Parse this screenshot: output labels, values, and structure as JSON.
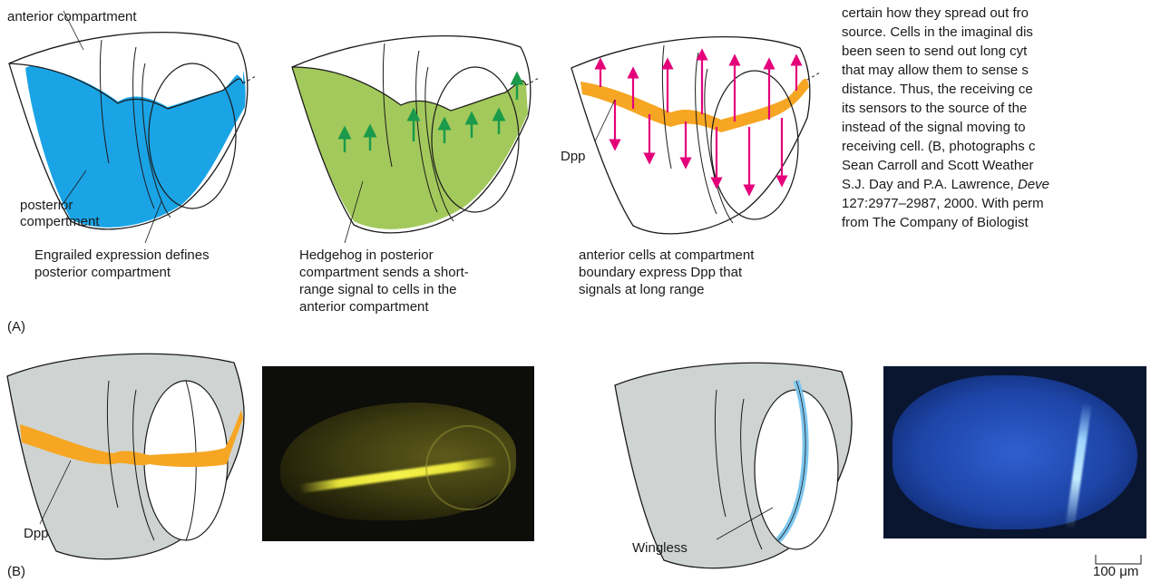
{
  "panel_a": {
    "label_anterior": "anterior compartment",
    "label_posterior": [
      "posterior",
      "compertment"
    ],
    "caption1": [
      "Engrailed expression defines",
      "posterior compartment"
    ],
    "caption2": [
      "Hedgehog in posterior",
      "compartment sends a short-",
      "range signal to cells in the",
      "anterior compartment"
    ],
    "label_dpp": "Dpp",
    "caption3": [
      "anterior cells at compartment",
      "boundary express Dpp that",
      "signals at long range"
    ],
    "panel_letter": "(A)"
  },
  "panel_b": {
    "label_dpp": "Dpp",
    "label_wingless": "Wingless",
    "scale_bar": "100 μm",
    "panel_letter": "(B)"
  },
  "side_text": [
    "certain how they spread out fro",
    "source. Cells in the imaginal dis",
    "been seen to send out long cyt",
    "that may allow them to sense s",
    "distance. Thus, the receiving ce",
    "its sensors to the source of the",
    "instead of the signal moving to",
    "receiving cell. (B, photographs c",
    "Sean Carroll and Scott Weather",
    "S.J. Day and P.A. Lawrence, ",
    "127:2977–2987, 2000. With perm",
    "from The Company of Biologist"
  ],
  "side_italic": "Deve",
  "colors": {
    "engrailed": "#1aa4e6",
    "hedgehog": "#a3c95c",
    "dpp": "#f6a623",
    "signal_arrow_green": "#1a9a4a",
    "signal_arrow_magenta": "#e4007a",
    "disc_grey": "#cfd4d2",
    "wingless": "#7cc6ee"
  }
}
